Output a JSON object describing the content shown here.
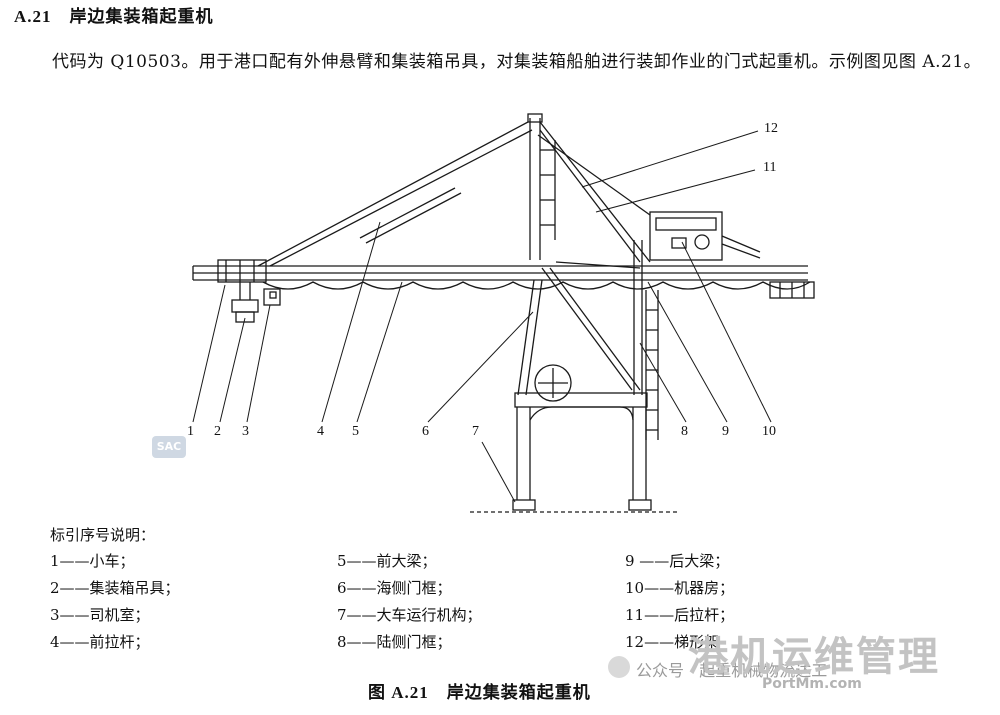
{
  "section": {
    "number": "A.21",
    "title": "岸边集装箱起重机"
  },
  "paragraph": "代码为 Q10503。用于港口配有外伸悬臂和集装箱吊具，对集装箱船舶进行装卸作业的门式起重机。示例图见图 A.21。",
  "figure": {
    "callouts": [
      "1",
      "2",
      "3",
      "4",
      "5",
      "6",
      "7",
      "8",
      "9",
      "10",
      "11",
      "12"
    ],
    "caption_number": "图 A.21",
    "caption_title": "岸边集装箱起重机"
  },
  "legend": {
    "title": "标引序号说明：",
    "items": [
      "1——小车；",
      "2——集装箱吊具；",
      "3——司机室；",
      "4——前拉杆；",
      "5——前大梁；",
      "6——海侧门框；",
      "7——大车运行机构；",
      "8——陆侧门框；",
      "9 ——后大梁；",
      "10——机器房；",
      "11——后拉杆；",
      "12——梯形架"
    ]
  },
  "watermark": {
    "account": "公众号 · 起重机械物流达工",
    "brand": "港机运维管理",
    "url": "PortMm.com",
    "stamp": "SAC"
  }
}
